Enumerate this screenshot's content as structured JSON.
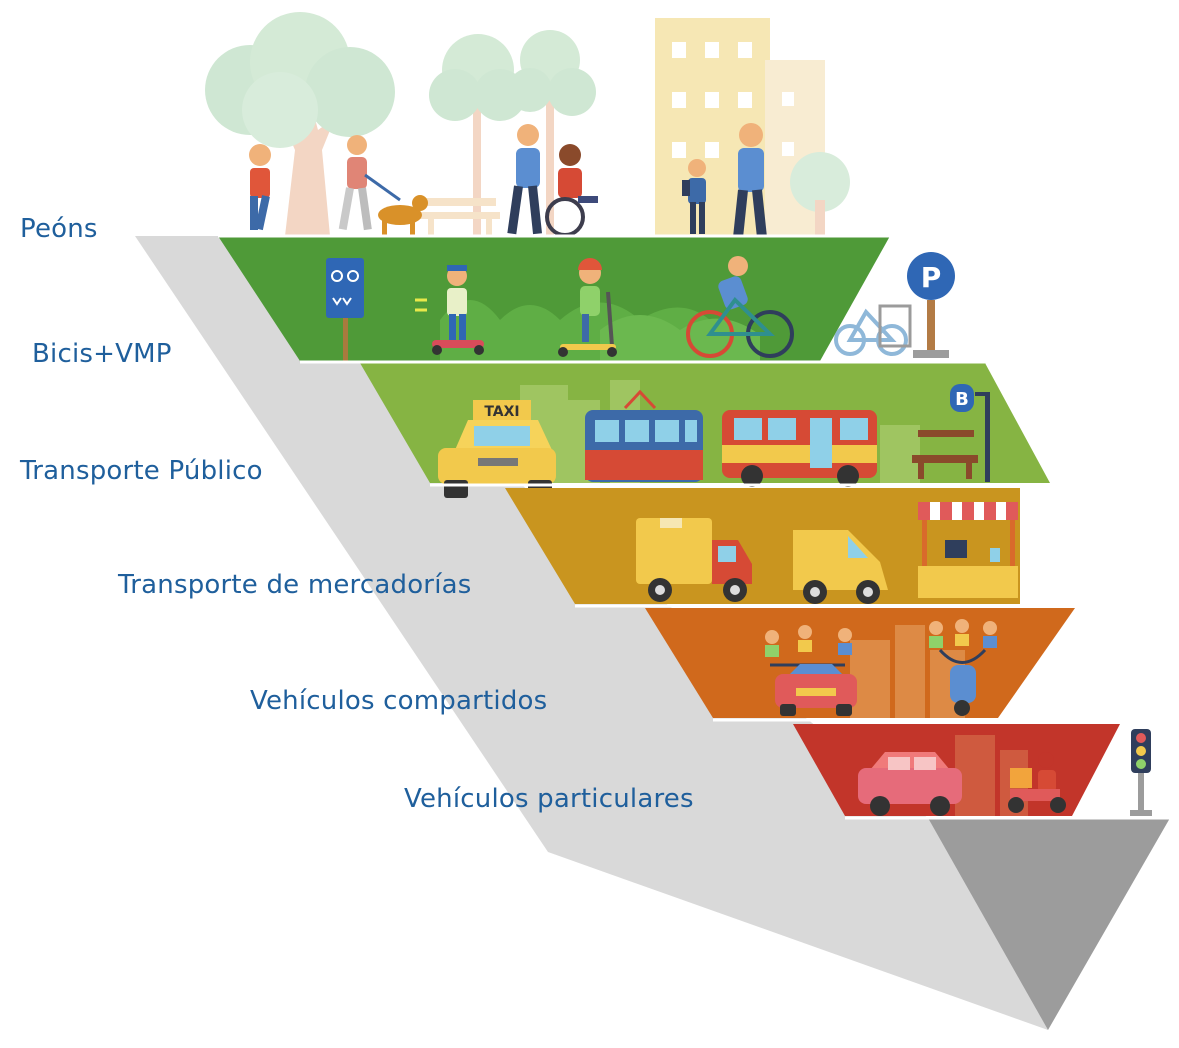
{
  "tiers": [
    {
      "id": "peons",
      "label": "Peóns",
      "color": "#f3f3ee"
    },
    {
      "id": "bicis",
      "label": "Bicis+VMP",
      "color": "#4f9a38"
    },
    {
      "id": "public",
      "label": "Transporte Público",
      "color": "#86b443"
    },
    {
      "id": "goods",
      "label": "Transporte de mercadorías",
      "color": "#c9951f"
    },
    {
      "id": "shared",
      "label": "Vehículos compartidos",
      "color": "#d0691c"
    },
    {
      "id": "private",
      "label": "Vehículos particulares",
      "color": "#c2352a"
    }
  ],
  "signs": {
    "parking": "P",
    "bus_stop": "B",
    "taxi": "TAXI"
  },
  "colors": {
    "label_text": "#1f5f9c",
    "side_face": "#d9d9d9",
    "tip_face": "#9c9c9c"
  }
}
